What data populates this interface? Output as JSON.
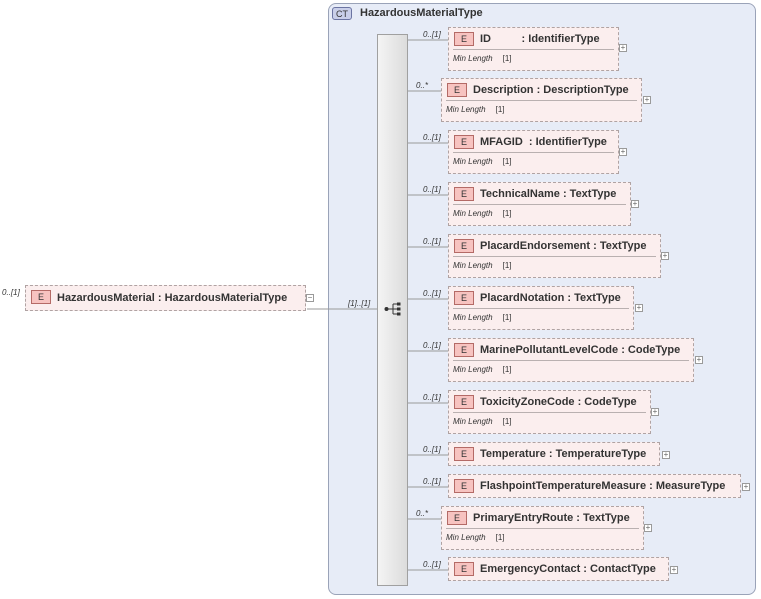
{
  "complex_type": {
    "badge": "CT",
    "name": "HazardousMaterialType"
  },
  "root": {
    "badge": "E",
    "name": "HazardousMaterial : HazardousMaterialType",
    "cardinality": "0..[1]",
    "sequence_cardinality": "[1]..[1]",
    "collapse_glyph": "−"
  },
  "facet_label": "Min Length",
  "expand_glyph": "+",
  "children": [
    {
      "badge": "E",
      "name": "ID          : IdentifierType",
      "cardinality": "0..[1]",
      "min_length": "[1]"
    },
    {
      "badge": "E",
      "name": "Description : DescriptionType",
      "cardinality": "0..*",
      "min_length": "[1]"
    },
    {
      "badge": "E",
      "name": "MFAGID  : IdentifierType",
      "cardinality": "0..[1]",
      "min_length": "[1]"
    },
    {
      "badge": "E",
      "name": "TechnicalName : TextType",
      "cardinality": "0..[1]",
      "min_length": "[1]"
    },
    {
      "badge": "E",
      "name": "PlacardEndorsement : TextType",
      "cardinality": "0..[1]",
      "min_length": "[1]"
    },
    {
      "badge": "E",
      "name": "PlacardNotation : TextType",
      "cardinality": "0..[1]",
      "min_length": "[1]"
    },
    {
      "badge": "E",
      "name": "MarinePollutantLevelCode : CodeType",
      "cardinality": "0..[1]",
      "min_length": "[1]"
    },
    {
      "badge": "E",
      "name": "ToxicityZoneCode : CodeType",
      "cardinality": "0..[1]",
      "min_length": "[1]"
    },
    {
      "badge": "E",
      "name": "Temperature : TemperatureType",
      "cardinality": "0..[1]"
    },
    {
      "badge": "E",
      "name": "FlashpointTemperatureMeasure : MeasureType",
      "cardinality": "0..[1]"
    },
    {
      "badge": "E",
      "name": "PrimaryEntryRoute : TextType",
      "cardinality": "0..*",
      "min_length": "[1]"
    },
    {
      "badge": "E",
      "name": "EmergencyContact : ContactType",
      "cardinality": "0..[1]"
    }
  ]
}
